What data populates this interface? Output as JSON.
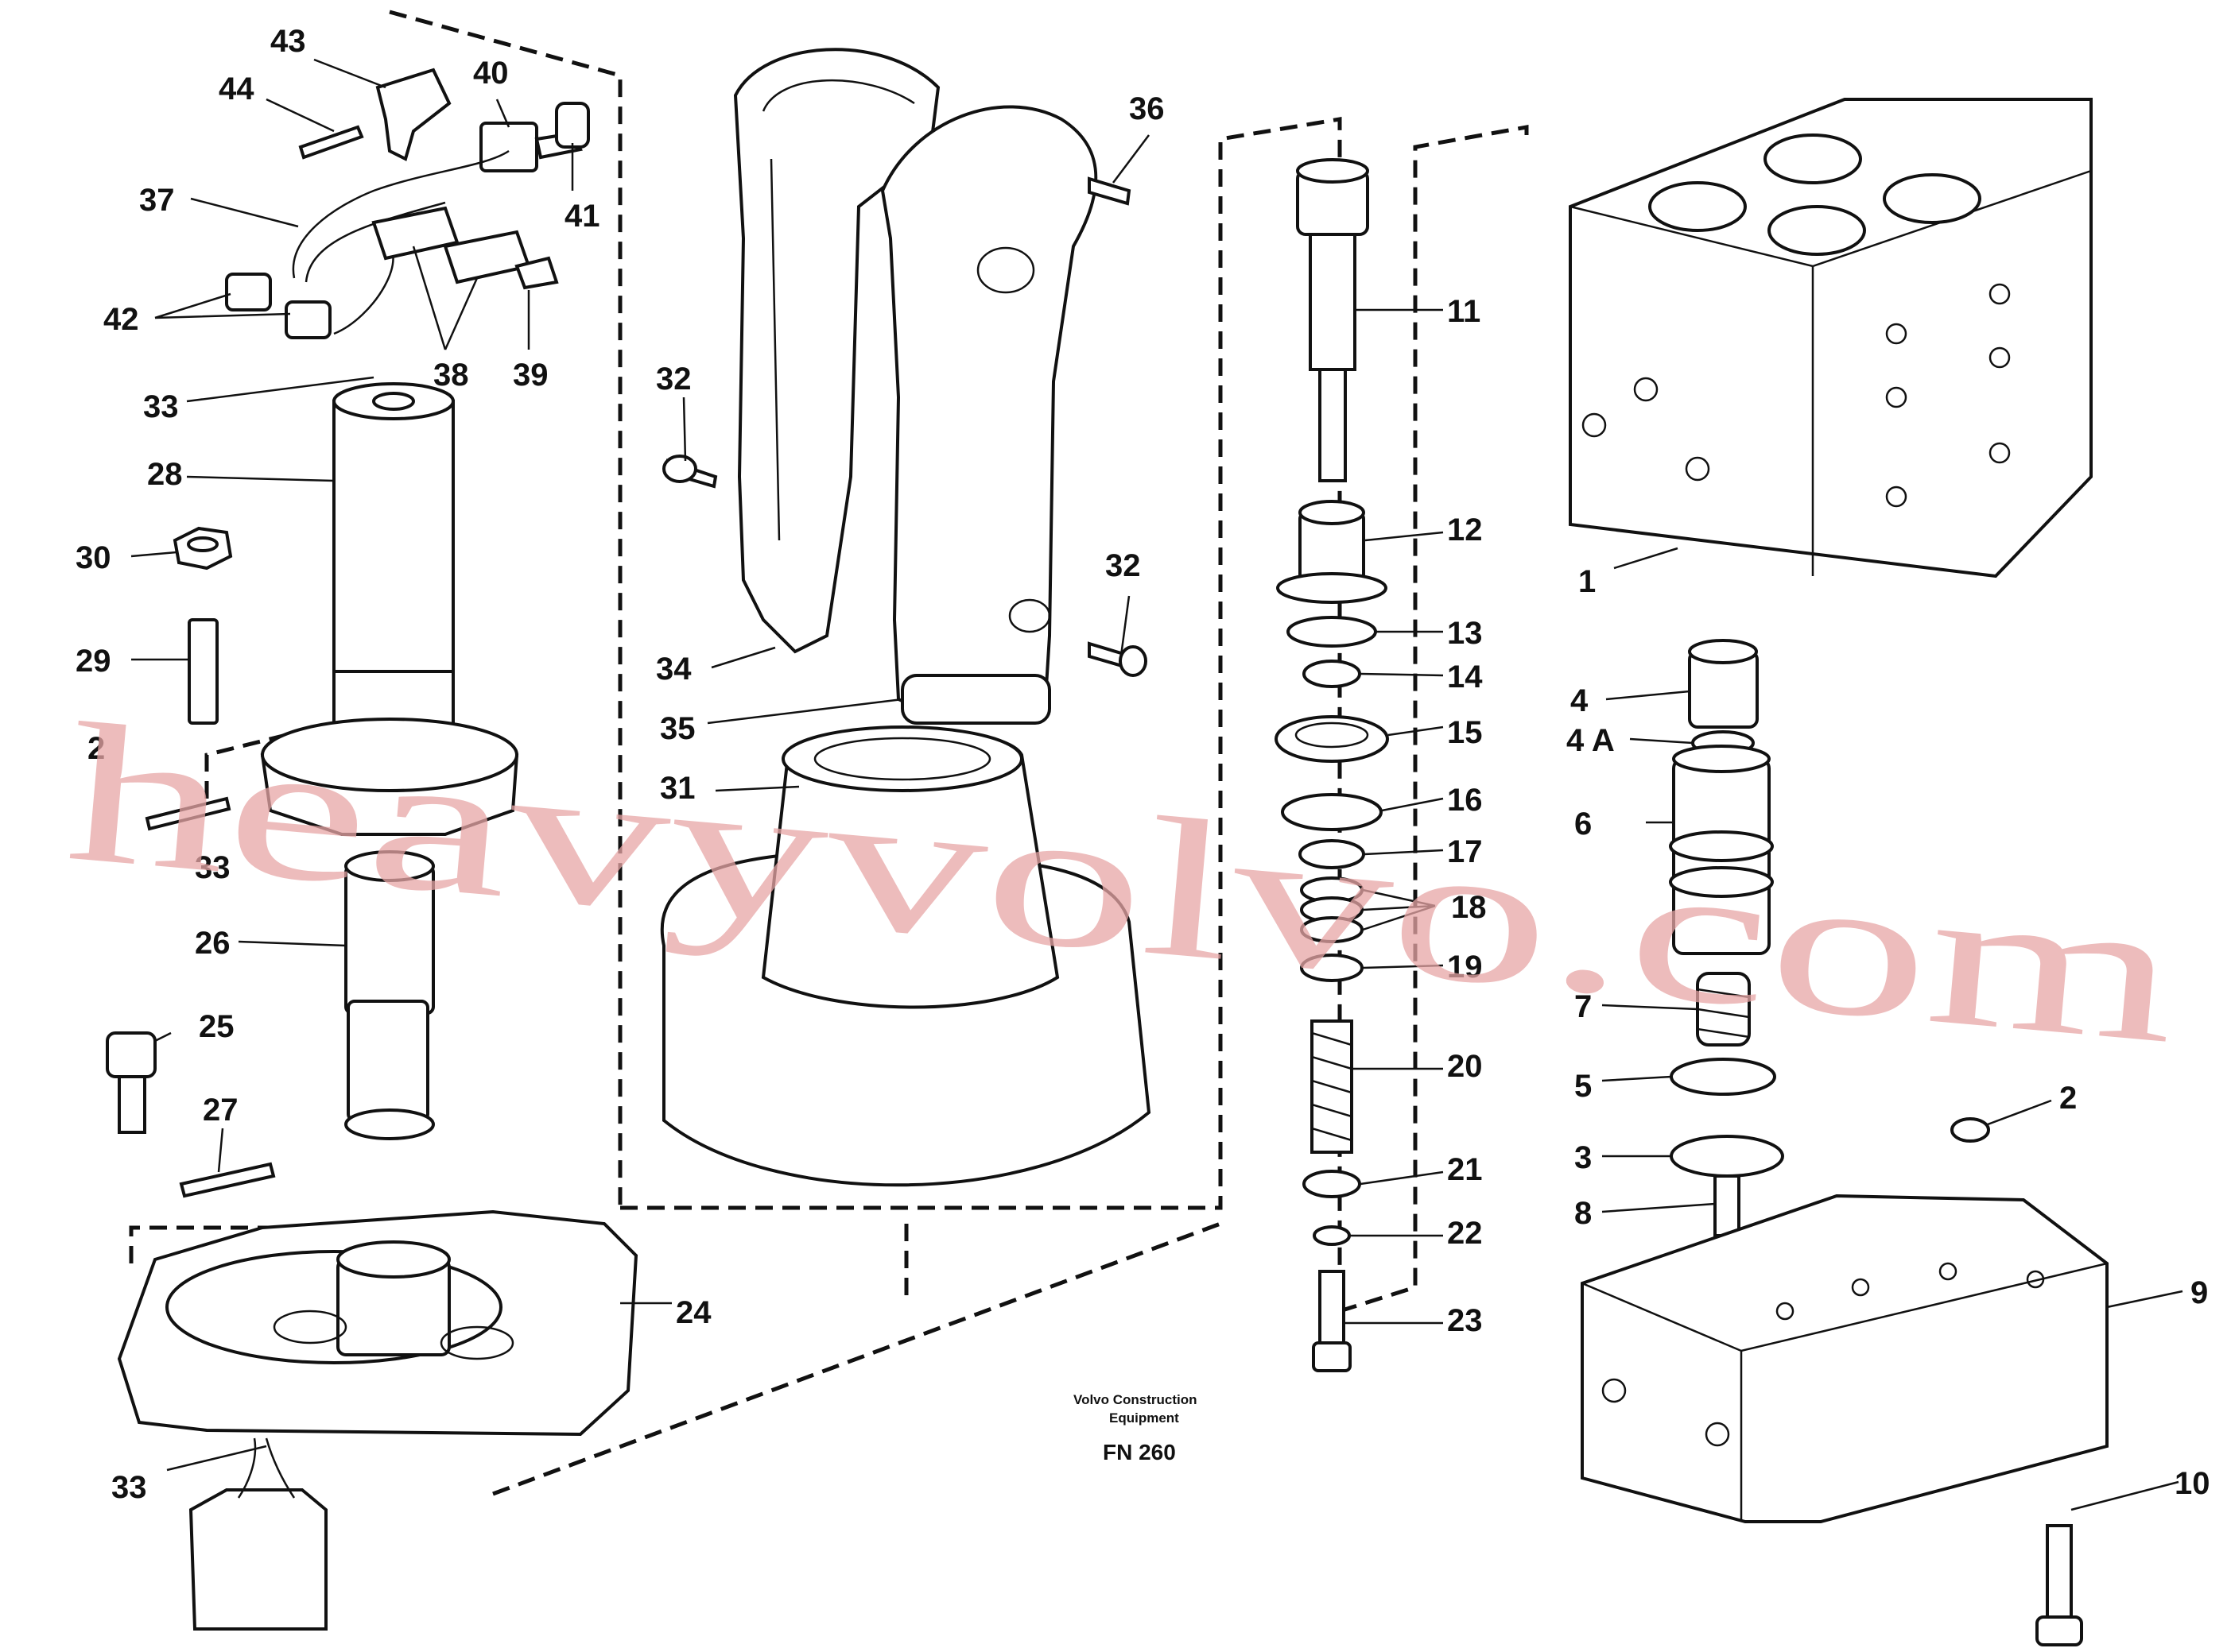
{
  "diagram": {
    "part_numbers": [
      "43",
      "44",
      "40",
      "41",
      "37",
      "42",
      "38",
      "39",
      "33",
      "28",
      "30",
      "29",
      "2",
      "33",
      "26",
      "25",
      "27",
      "24",
      "33",
      "36",
      "32",
      "32",
      "34",
      "35",
      "31",
      "11",
      "12",
      "13",
      "14",
      "15",
      "16",
      "17",
      "18",
      "19",
      "20",
      "21",
      "22",
      "23",
      "1",
      "4",
      "4 A",
      "6",
      "7",
      "5",
      "2",
      "3",
      "8",
      "9",
      "10"
    ],
    "caption": {
      "line1": "Volvo Construction",
      "line2": "Equipment",
      "code": "FN 260"
    },
    "watermark": "heavyvolvo.com",
    "colors": {
      "ink": "#111111",
      "watermark": "#e7a6a6",
      "background": "#ffffff"
    }
  }
}
